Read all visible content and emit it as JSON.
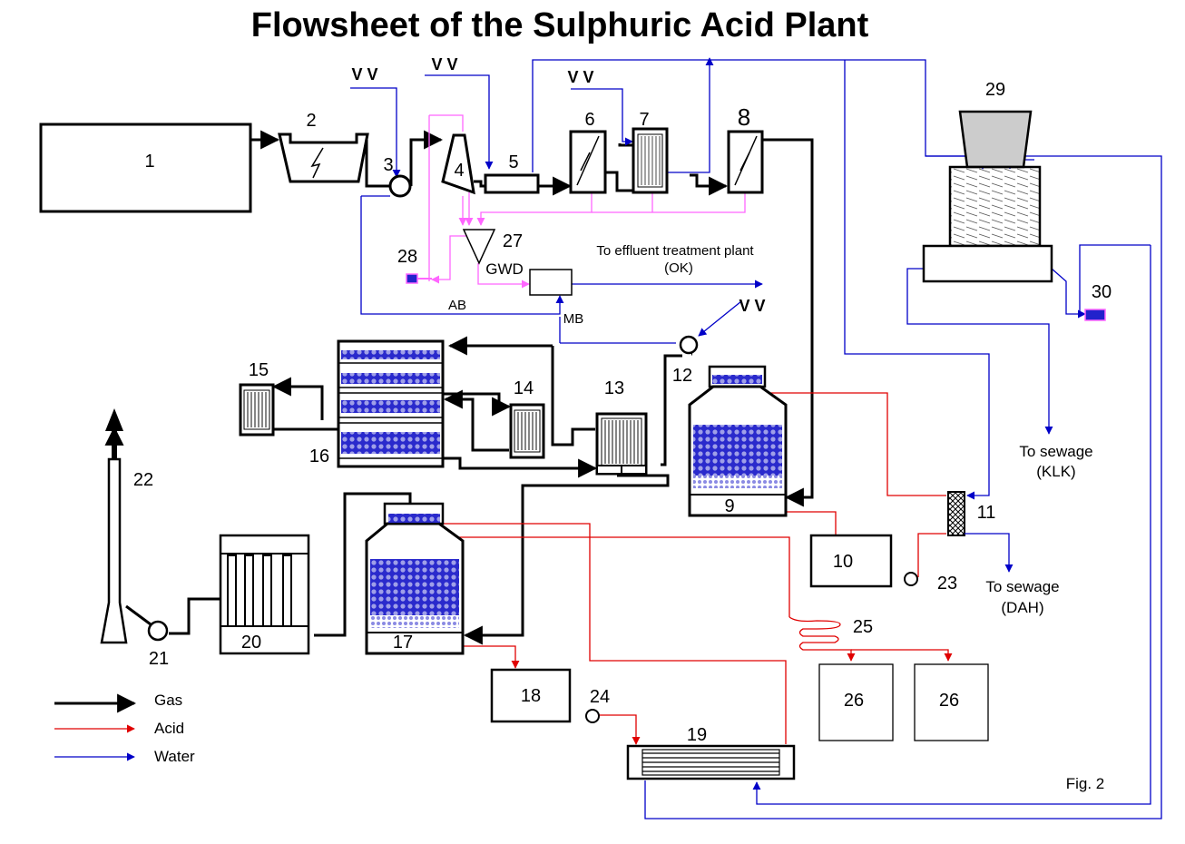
{
  "title": "Flowsheet of the Sulphuric Acid Plant",
  "figure_label": "Fig. 2",
  "colors": {
    "gas": "#000000",
    "acid": "#e00000",
    "water": "#0000c8",
    "bed": "#2222cc",
    "pink": "#ff66ff",
    "hopper": "#cccccc"
  },
  "units": [
    "1",
    "2",
    "3",
    "4",
    "5",
    "6",
    "7",
    "8",
    "9",
    "10",
    "11",
    "12",
    "13",
    "14",
    "15",
    "16",
    "17",
    "18",
    "19",
    "20",
    "21",
    "22",
    "23",
    "24",
    "25",
    "26",
    "26",
    "27",
    "28",
    "29",
    "30"
  ],
  "labels": {
    "vv": "V V",
    "gwd": "GWD",
    "ab": "AB",
    "mb": "MB",
    "effluent_line1": "To effluent treatment plant",
    "effluent_line2": "(OK)",
    "sewage_klk_line1": "To sewage",
    "sewage_klk_line2": "(KLK)",
    "sewage_dah_line1": "To sewage",
    "sewage_dah_line2": "(DAH)"
  },
  "legend": [
    {
      "label": "Gas",
      "color": "#000000"
    },
    {
      "label": "Acid",
      "color": "#e00000"
    },
    {
      "label": "Water",
      "color": "#0000c8"
    }
  ]
}
